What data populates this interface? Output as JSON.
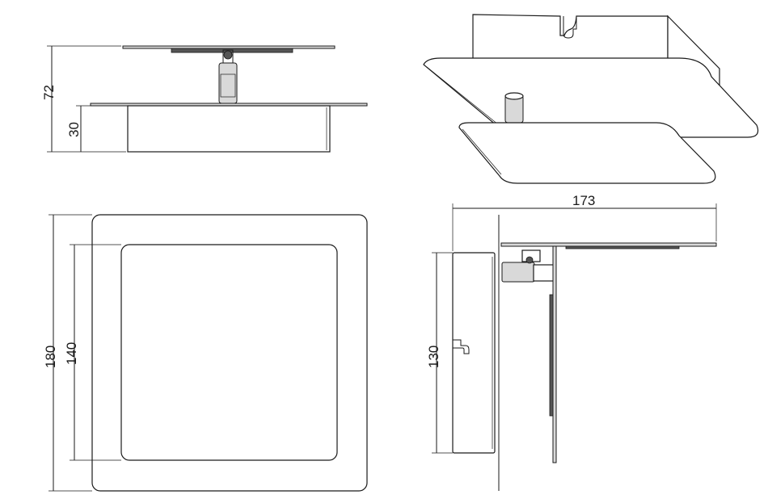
{
  "dimensions": {
    "front_total_height": "72",
    "front_base_height": "30",
    "top_outer": "180",
    "top_inner": "140",
    "side_width": "173",
    "side_height": "130"
  },
  "colors": {
    "line": "#1a1a1a",
    "fill": "#ffffff",
    "shade": "#d9d9d9"
  }
}
